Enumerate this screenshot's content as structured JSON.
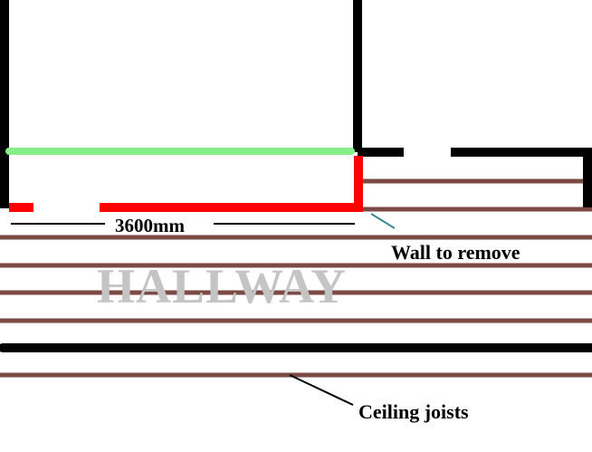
{
  "labels": {
    "dimension": "3600mm",
    "room": "HALLWAY",
    "wall_to_remove": "Wall to remove",
    "ceiling_joists": "Ceiling joists"
  },
  "colors": {
    "background": "#ffffff",
    "existing_wall": "#000000",
    "wall_to_remove": "#ff0000",
    "new_opening": "#88ee88",
    "joist": "#7b4a44",
    "room_label": "#c4c4c4",
    "leader": "#3a8a8a"
  }
}
